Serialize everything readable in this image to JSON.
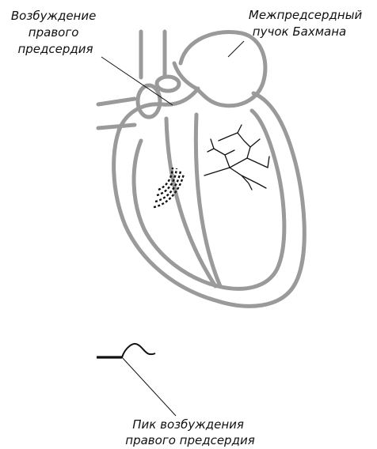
{
  "labels": {
    "right_atrium_excitation": [
      "Возбуждение",
      "правого",
      "предсердия"
    ],
    "bachmann_bundle": [
      "Межпредсердный",
      "пучок Бахмана"
    ],
    "right_atrium_peak": [
      "Пик возбуждения",
      "правого предсердия"
    ]
  },
  "colors": {
    "heart_wall": "#9a9a9a",
    "ink": "#111111",
    "background": "#ffffff"
  }
}
